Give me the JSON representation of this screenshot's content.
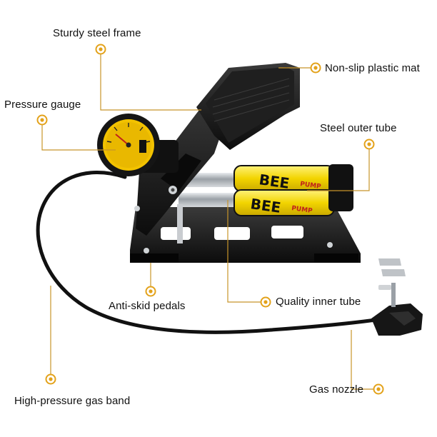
{
  "colors": {
    "accent": "#e3a21a",
    "leader_line": "#c8952a",
    "pump_body": "#111111",
    "tube_yellow": "#f2d400",
    "steel": "#b9bdc2"
  },
  "product_text": {
    "brand": "BEE",
    "sub": "PUMP"
  },
  "labels": {
    "sturdy_frame": "Sturdy steel frame",
    "plastic_mat": "Non-slip plastic mat",
    "pressure_gauge": "Pressure gauge",
    "outer_tube": "Steel outer tube",
    "anti_skid": "Anti-skid pedals",
    "inner_tube": "Quality inner tube",
    "gas_band": "High-pressure gas band",
    "gas_nozzle": "Gas nozzle"
  }
}
